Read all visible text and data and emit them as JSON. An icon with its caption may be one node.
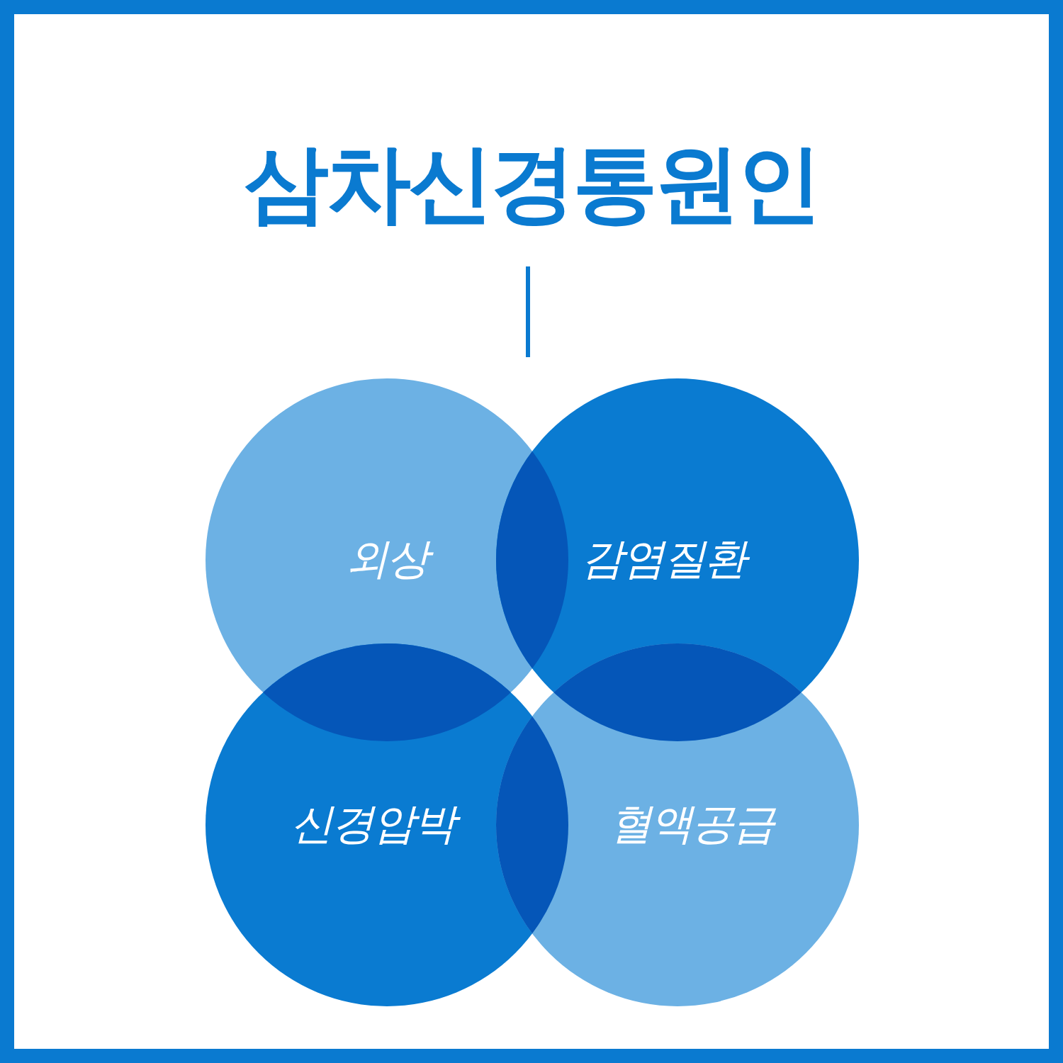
{
  "diagram": {
    "title": "삼차신경통원인",
    "nodes": [
      {
        "text": [
          "외상"
        ]
      },
      {
        "text": [
          "감염질환"
        ]
      },
      {
        "text": [
          "신경압박"
        ]
      },
      {
        "text": [
          "혈액공급"
        ]
      }
    ]
  }
}
